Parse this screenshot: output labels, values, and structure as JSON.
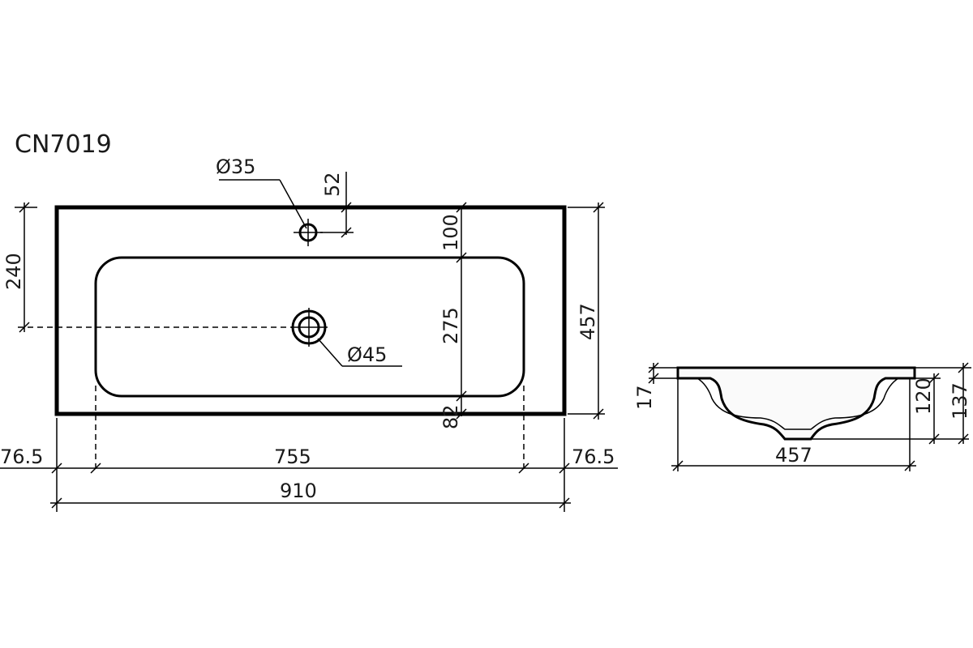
{
  "title": "CN7019",
  "top_view": {
    "tap_hole_diameter": "Ø35",
    "drain_diameter": "Ø45",
    "dim_tap_from_edge": "52",
    "dim_top_margin": "100",
    "dim_bowl_length": "275",
    "dim_bottom_margin": "82",
    "dim_total_depth": "457",
    "dim_drain_offset": "240",
    "dim_left_margin": "76.5",
    "dim_bowl_width": "755",
    "dim_right_margin": "76.5",
    "dim_total_width": "910"
  },
  "section_view": {
    "dim_rim_thickness": "17",
    "dim_bowl_height": "120",
    "dim_total_height": "137",
    "dim_width": "457"
  }
}
